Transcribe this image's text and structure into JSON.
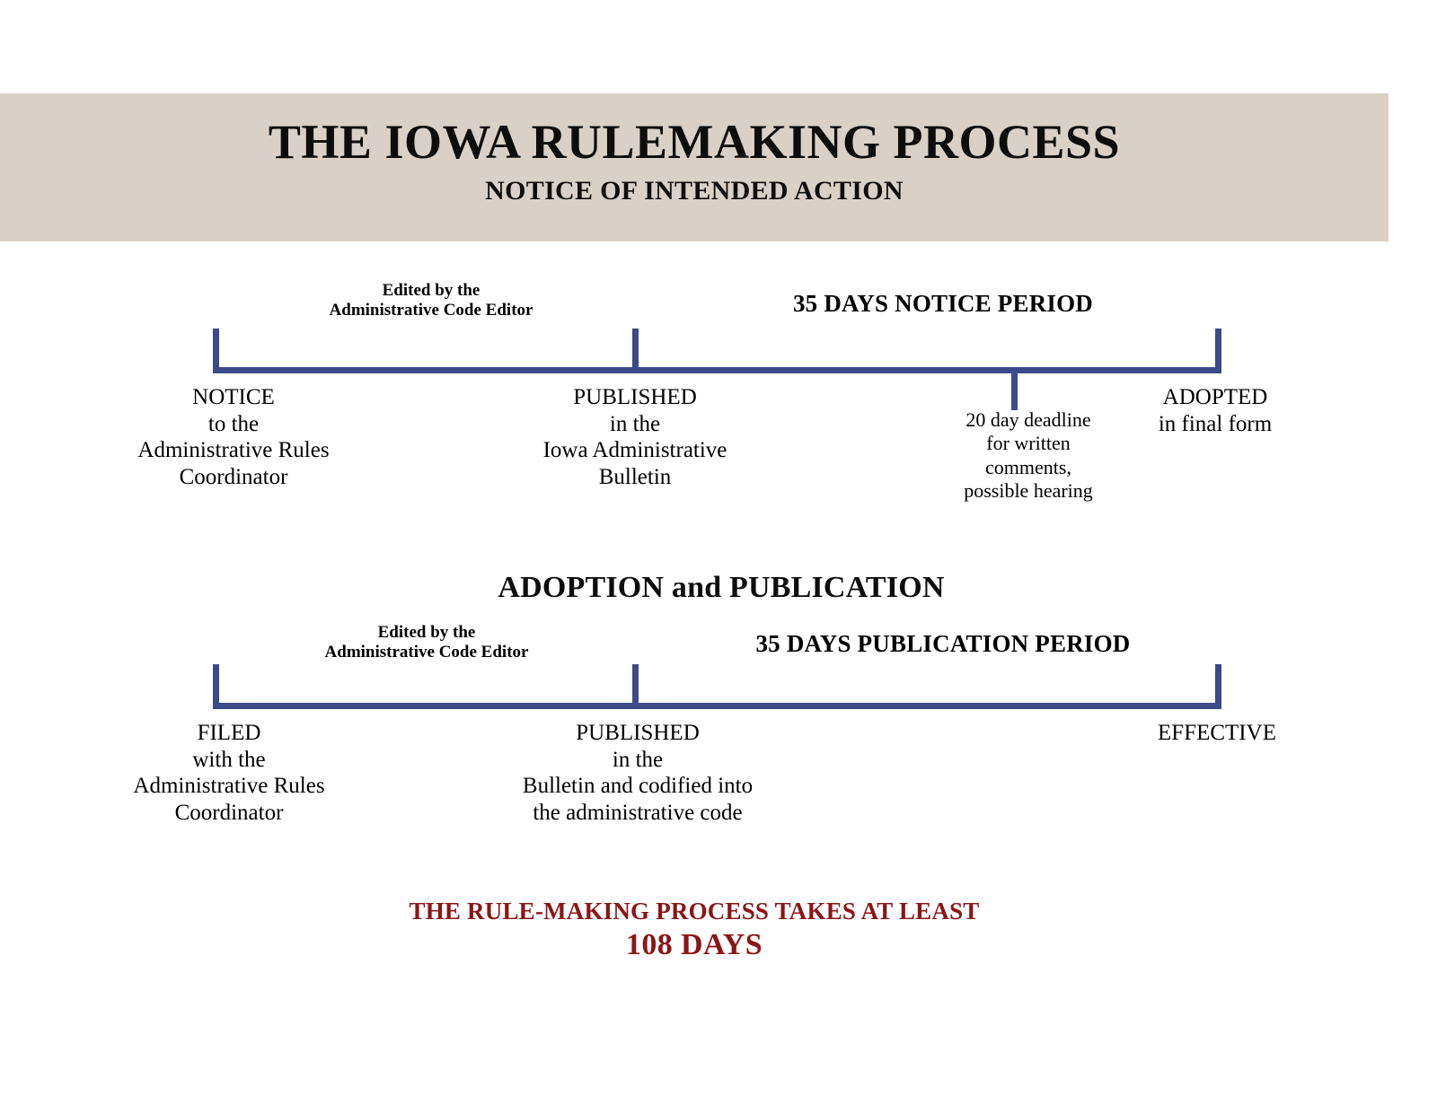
{
  "header": {
    "title": "THE IOWA RULEMAKING PROCESS",
    "subtitle": "NOTICE OF INTENDED ACTION",
    "band_color": "#d9d1c7"
  },
  "colors": {
    "timeline": "#3c4a8a",
    "footer_red": "#8c1515",
    "text": "#000000"
  },
  "section1": {
    "edited_note_line1": "Edited by the",
    "edited_note_line2": "Administrative Code Editor",
    "period_label": "35 DAYS NOTICE PERIOD",
    "nodes": [
      {
        "head": "NOTICE",
        "lines": [
          "to the",
          "Administrative Rules",
          "Coordinator"
        ]
      },
      {
        "head": "PUBLISHED",
        "lines": [
          "in the",
          "Iowa Administrative",
          "Bulletin"
        ]
      },
      {
        "head": "ADOPTED",
        "lines": [
          "in final form"
        ]
      }
    ],
    "deadline_note": [
      "20 day deadline",
      "for written",
      "comments,",
      "possible hearing"
    ]
  },
  "section2": {
    "heading": "ADOPTION and PUBLICATION",
    "edited_note_line1": "Edited by the",
    "edited_note_line2": "Administrative Code Editor",
    "period_label": "35 DAYS PUBLICATION PERIOD",
    "nodes": [
      {
        "head": "FILED",
        "lines": [
          "with the",
          "Administrative Rules",
          "Coordinator"
        ]
      },
      {
        "head": "PUBLISHED",
        "lines": [
          "in the",
          "Bulletin and codified into",
          "the administrative code"
        ]
      },
      {
        "head": "EFFECTIVE",
        "lines": []
      }
    ]
  },
  "footer": {
    "line1": "THE RULE-MAKING PROCESS TAKES AT LEAST",
    "line2": "108 DAYS"
  },
  "chart_data": {
    "type": "timeline",
    "title": "THE IOWA RULEMAKING PROCESS",
    "subtitle": "NOTICE OF INTENDED ACTION",
    "total_days": 108,
    "timelines": [
      {
        "name": "Notice of Intended Action",
        "duration_label": "35 DAYS NOTICE PERIOD",
        "duration_days": 35,
        "milestones": [
          {
            "label": "NOTICE to the Administrative Rules Coordinator",
            "position": 0,
            "tick": "up"
          },
          {
            "label": "PUBLISHED in the Iowa Administrative Bulletin",
            "position": 0.42,
            "tick": "up"
          },
          {
            "label": "20 day deadline for written comments, possible hearing",
            "position": 0.82,
            "tick": "down",
            "days": 20
          },
          {
            "label": "ADOPTED in final form",
            "position": 1.0,
            "tick": "up"
          }
        ]
      },
      {
        "name": "Adoption and Publication",
        "duration_label": "35 DAYS PUBLICATION PERIOD",
        "duration_days": 35,
        "milestones": [
          {
            "label": "FILED with the Administrative Rules Coordinator",
            "position": 0,
            "tick": "up"
          },
          {
            "label": "PUBLISHED in the Bulletin and codified into the administrative code",
            "position": 0.42,
            "tick": "up"
          },
          {
            "label": "EFFECTIVE",
            "position": 1.0,
            "tick": "up"
          }
        ]
      }
    ],
    "annotations": [
      "Edited by the Administrative Code Editor",
      "Edited by the Administrative Code Editor"
    ],
    "footer": "THE RULE-MAKING PROCESS TAKES AT LEAST 108 DAYS"
  }
}
